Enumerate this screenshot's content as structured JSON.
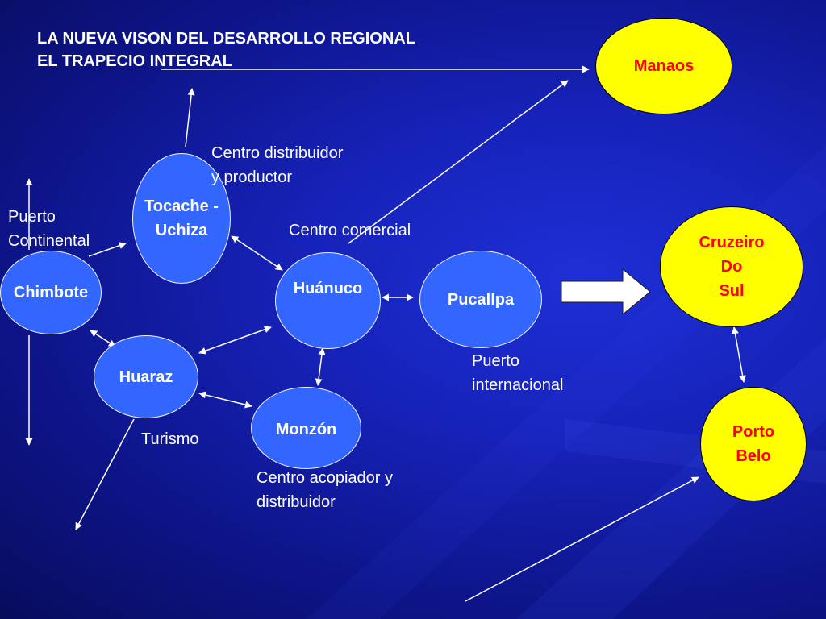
{
  "title": {
    "line1": "LA NUEVA VISON DEL DESARROLLO REGIONAL",
    "line2": "EL TRAPECIO INTEGRAL"
  },
  "nodes": {
    "manaos": "Manaos",
    "cruzeiro": "Cruzeiro\nDo\nSul",
    "porto_belo": "Porto\nBelo",
    "tocache": "Tocache -\nUchiza",
    "chimbote": "Chimbote",
    "huanuco": "Huánuco",
    "pucallpa": "Pucallpa",
    "huaraz": "Huaraz",
    "monzon": "Monzón"
  },
  "labels": {
    "centro_distribuidor": "Centro distribuidor\ny productor",
    "puerto_continental": "Puerto\nContinental",
    "centro_comercial": "Centro comercial",
    "puerto_internacional": "Puerto\ninternacional",
    "turismo": "Turismo",
    "centro_acopiador": "Centro acopiador y\ndistribuidor"
  },
  "colors": {
    "background": "#1622b8",
    "blue_node": "#3366ff",
    "yellow_node": "#ffff00",
    "yellow_text": "#ff0000",
    "line": "#ffffff"
  }
}
